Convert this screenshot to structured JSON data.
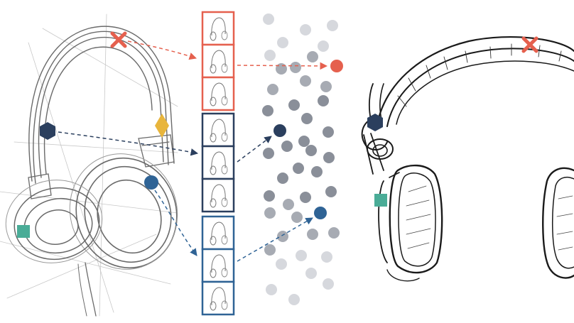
{
  "colors": {
    "red": "#e5604e",
    "navy": "#2b3f5e",
    "blue": "#2f6395",
    "gold": "#e8b53c",
    "teal": "#4aac97",
    "sketch": "#5a5a5a",
    "ink": "#1a1a1a",
    "dot_dark": "#8a8f99",
    "dot_mid": "#a7abb3",
    "dot_light": "#d6d8dd"
  },
  "markers": [
    {
      "id": "red-cross",
      "shape": "cross",
      "color": "red"
    },
    {
      "id": "gold-diamond",
      "shape": "diamond",
      "color": "gold"
    },
    {
      "id": "navy-hexagon",
      "shape": "hexagon",
      "color": "navy"
    },
    {
      "id": "blue-circle",
      "shape": "circle",
      "color": "blue"
    },
    {
      "id": "teal-square",
      "shape": "square",
      "color": "teal"
    }
  ],
  "groups": [
    {
      "id": "red-group",
      "color": "red",
      "tiles": 3
    },
    {
      "id": "navy-group",
      "color": "navy",
      "tiles": 3
    },
    {
      "id": "blue-group",
      "color": "blue",
      "tiles": 3
    }
  ],
  "icons": {
    "left_sketch": "headphones-sketch-icon",
    "right_sketch": "headphones-ink-drawing-icon",
    "tile": "headphones-thumbnail-icon"
  }
}
